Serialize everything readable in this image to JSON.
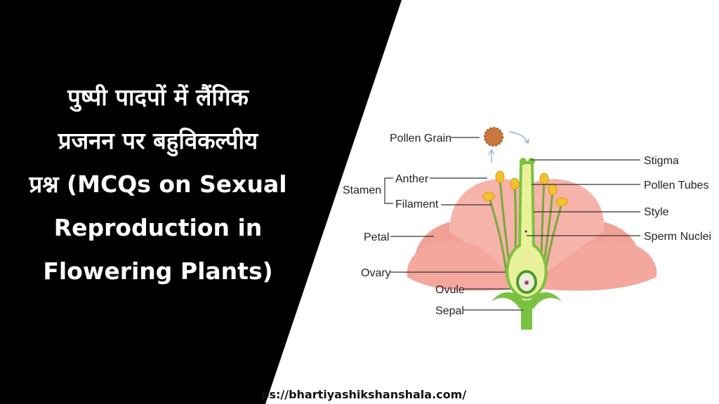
{
  "title": {
    "lines": [
      "पुष्पी पादपों में लैंगिक",
      "प्रजनन पर बहुविकल्पीय",
      "प्रश्न (MCQs on Sexual",
      "Reproduction in",
      "Flowering Plants)"
    ]
  },
  "diagram": {
    "labels": {
      "pollen_grain": "Pollen Grain",
      "stamen": "Stamen",
      "anther": "Anther",
      "filament": "Filament",
      "petal": "Petal",
      "ovary": "Ovary",
      "ovule": "Ovule",
      "sepal": "Sepal",
      "stigma": "Stigma",
      "pollen_tubes": "Pollen Tubes",
      "style": "Style",
      "sperm_nuclei": "Sperm Nuclei"
    }
  },
  "footer": {
    "url": "ps://bhartiyashikshanshala.com/"
  },
  "colors": {
    "background_dark": "#000000",
    "petal": "#f4a79d",
    "stem": "#7cc242",
    "anther": "#f2c12e"
  }
}
